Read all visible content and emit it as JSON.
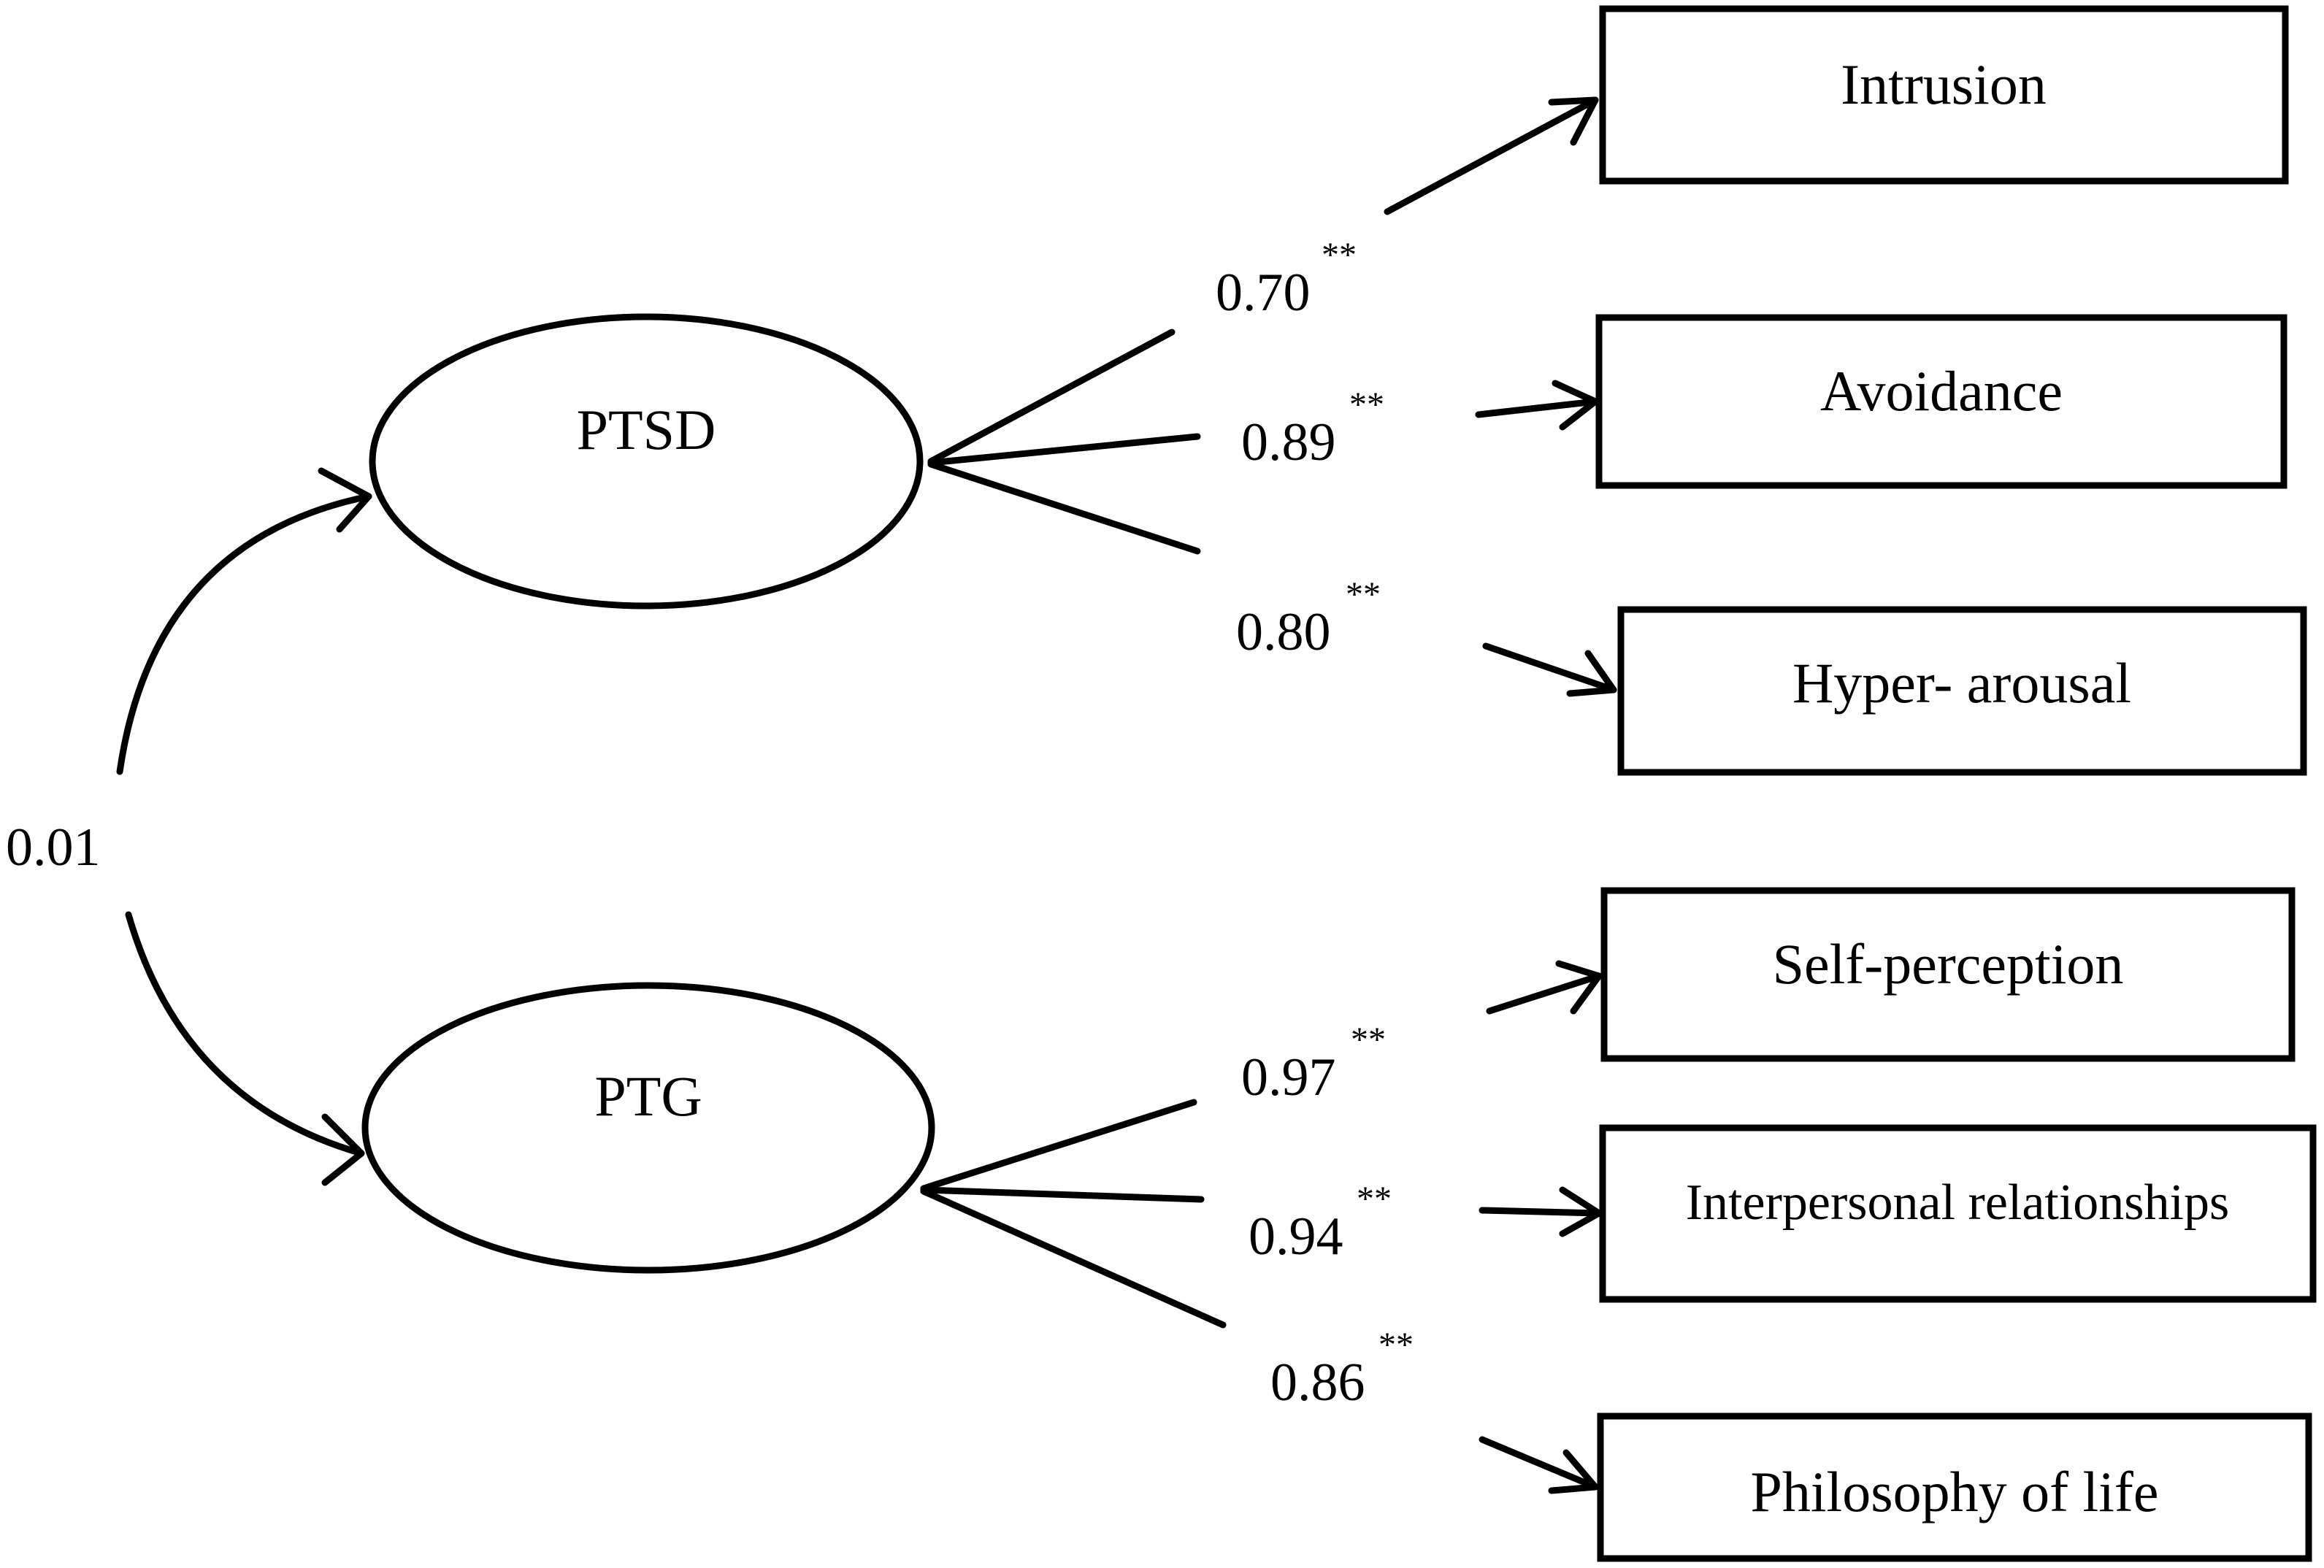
{
  "latent_factors": {
    "ptsd": {
      "label": "PTSD"
    },
    "ptg": {
      "label": "PTG"
    }
  },
  "correlation": {
    "value": "0.01"
  },
  "indicators": {
    "intrusion": {
      "label": "Intrusion",
      "loading": "0.70",
      "sig": "**"
    },
    "avoidance": {
      "label": "Avoidance",
      "loading": "0.89",
      "sig": "**"
    },
    "hyper_arousal": {
      "label": "Hyper- arousal",
      "loading": "0.80",
      "sig": "**"
    },
    "self_perception": {
      "label": "Self-perception",
      "loading": "0.97",
      "sig": "**"
    },
    "interpersonal": {
      "label": "Interpersonal relationships",
      "loading": "0.94",
      "sig": "**"
    },
    "philosophy": {
      "label": "Philosophy of life",
      "loading": "0.86",
      "sig": "**"
    }
  },
  "style": {
    "line_color": "#000000",
    "background": "#ffffff"
  }
}
